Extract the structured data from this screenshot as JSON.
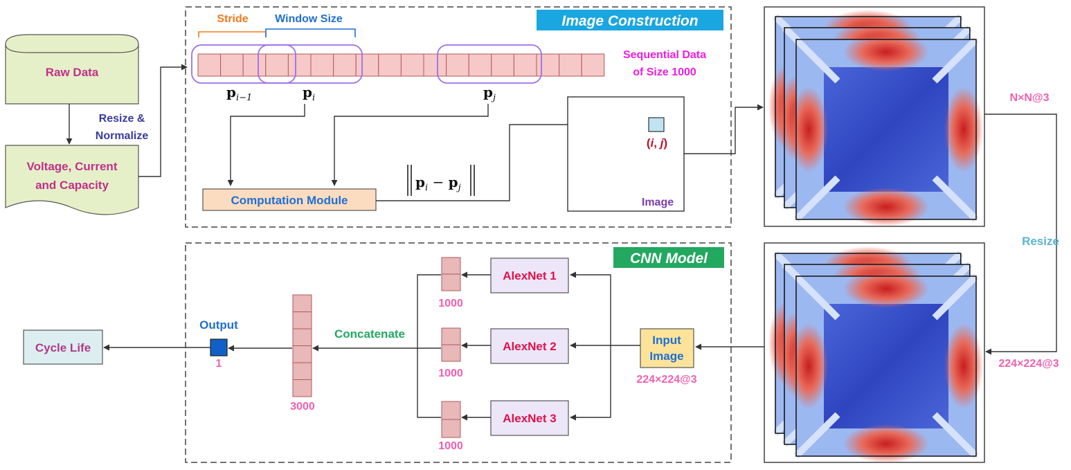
{
  "raw_data": "Raw Data",
  "resize_normalize": [
    "Resize &",
    "Normalize"
  ],
  "vcc": [
    "Voltage, Current",
    "and Capacity"
  ],
  "stride": "Stride",
  "window_size": "Window Size",
  "image_construction": "Image Construction",
  "sequential_data": [
    "Sequential Data",
    "of Size 1000"
  ],
  "p_prev": {
    "base": "p",
    "sub": "i−1"
  },
  "p_i": {
    "base": "p",
    "sub": "i"
  },
  "p_j": {
    "base": "p",
    "sub": "j"
  },
  "computation_module": "Computation Module",
  "norm_expr": {
    "a": "p",
    "ai": "i",
    "minus": " − ",
    "b": "p",
    "bj": "j"
  },
  "pixel_label": {
    "open": "(",
    "i": "i",
    "comma": ", ",
    "j": "j",
    "close": ")"
  },
  "image_label": "Image",
  "nxn": "N×N@3",
  "resize": "Resize",
  "size_224_right": "224×224@3",
  "cnn_model": "CNN Model",
  "alexnets": [
    "AlexNet 1",
    "AlexNet 2",
    "AlexNet 3"
  ],
  "feat_1000": [
    "1000",
    "1000",
    "1000"
  ],
  "input_image": [
    "Input",
    "Image"
  ],
  "size_224_input": "224×224@3",
  "concatenate": "Concatenate",
  "vec_3000": "3000",
  "output": "Output",
  "output_count": "1",
  "cycle_life": "Cycle Life",
  "colors": {
    "magenta": "#ee1ee0",
    "orange": "#f07a1c",
    "blue_text": "#1f6fd0",
    "navy_text": "#3a3aa0",
    "cyan_box": "#1aa6e0",
    "green_box": "#22a860",
    "pink_num": "#f060b0",
    "crimson": "#e0104a",
    "purple": "#9c6fe8",
    "raw_fill": "#e6f0c8",
    "seq_fill": "#f6c8c8",
    "feat_fill": "#e9b8b8",
    "comp_fill": "#fcdcc0",
    "alex_fill": "#ece6f8",
    "input_fill": "#fde39a",
    "cycle_fill": "#dceef0",
    "out_fill": "#1060c8"
  }
}
